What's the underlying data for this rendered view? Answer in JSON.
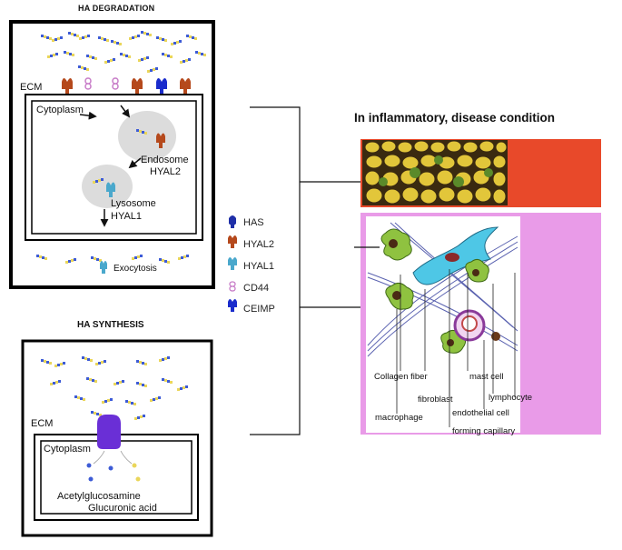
{
  "degradation": {
    "title": "HA DEGRADATION",
    "ecm": "ECM",
    "cytoplasm": "Cytoplasm",
    "endosome": "Endosome",
    "hyal2": "HYAL2",
    "lysosome": "Lysosome",
    "hyal1": "HYAL1",
    "exocytosis": "Exocytosis"
  },
  "synthesis": {
    "title": "HA SYNTHESIS",
    "ecm": "ECM",
    "cytoplasm": "Cytoplasm",
    "acetylglucosamine": "Acetylglucosamine",
    "glucuronic": "Glucuronic acid"
  },
  "legend": [
    {
      "label": "HAS",
      "icon": "has-icon",
      "color": "#1f2fa8"
    },
    {
      "label": "HYAL2",
      "icon": "hyal2-icon",
      "color": "#b5491c"
    },
    {
      "label": "HYAL1",
      "icon": "hyal1-icon",
      "color": "#4aa8cc"
    },
    {
      "label": "CD44",
      "icon": "cd44-icon",
      "color": "#c77bc7"
    },
    {
      "label": "CEIMP",
      "icon": "ceimp-icon",
      "color": "#1a2ccc"
    }
  ],
  "inflammation": {
    "title": "In inflammatory, disease condition",
    "labels": {
      "collagen": "Collagen fiber",
      "mast": "mast cell",
      "fibroblast": "fibroblast",
      "lymphocyte": "lymphocyte",
      "macrophage": "macrophage",
      "endothelial": "endothelial cell",
      "capillary": "forming capillary"
    }
  },
  "colors": {
    "tissue_red": "#e8492a",
    "tissue_pink": "#e99be8",
    "cell_yellow": "#e2c63a",
    "cell_green": "#8fc240",
    "cyan_cell": "#4ec7e6",
    "ha_blue": "#3d5bd6",
    "ha_yellow": "#ead65a"
  }
}
